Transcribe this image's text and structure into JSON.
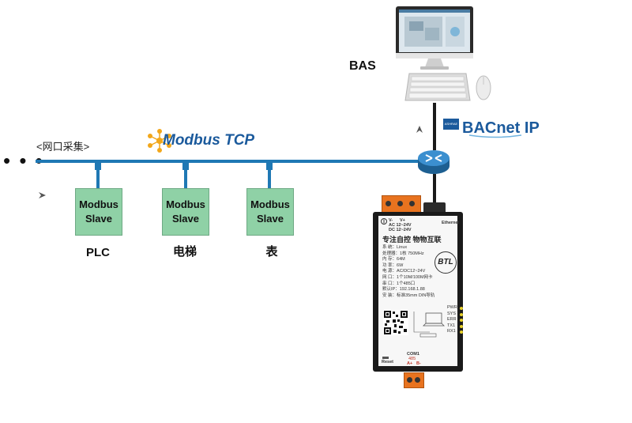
{
  "network": {
    "dots": "• • •",
    "collect_label": "<网口采集>",
    "modbus_tcp": "Modbus TCP",
    "bacnet_ip": "BACnet IP",
    "bacnet_logo_text": "ASHRAE",
    "bas_label": "BAS"
  },
  "slaves": [
    {
      "line1": "Modbus",
      "line2": "Slave",
      "device": "PLC"
    },
    {
      "line1": "Modbus",
      "line2": "Slave",
      "device": "电梯"
    },
    {
      "line1": "Modbus",
      "line2": "Slave",
      "device": "表"
    }
  ],
  "gateway": {
    "power_labels": [
      "V-",
      "V+"
    ],
    "power_spec": [
      "AC 12~24V",
      "DC 12~24V"
    ],
    "ethernet_label": "Ethernet",
    "slogan": "专注自控  物物互联",
    "specs": [
      "系    统：Linux",
      "处理器：1核 750MHz",
      "内    存：64M",
      "功    率：6W",
      "电    源：AC/DC12~24V",
      "网    口：1个10M/100M网卡",
      "串    口：1个485口",
      "默认IP：192.168.1.88",
      "安    装：标准35mm DIN导轨"
    ],
    "btl_logo": "BTL",
    "leds": [
      "PWR",
      "SYS",
      "ERR",
      "TX1",
      "RX1"
    ],
    "reset_label": "Reset",
    "com_label": "COM1",
    "com_type": "485",
    "com_pins": [
      "A+",
      "B-"
    ]
  },
  "colors": {
    "bus": "#1f78b4",
    "slave_fill": "#8fd1a6",
    "terminal": "#e8731f",
    "brand": "#1b5a9c"
  }
}
